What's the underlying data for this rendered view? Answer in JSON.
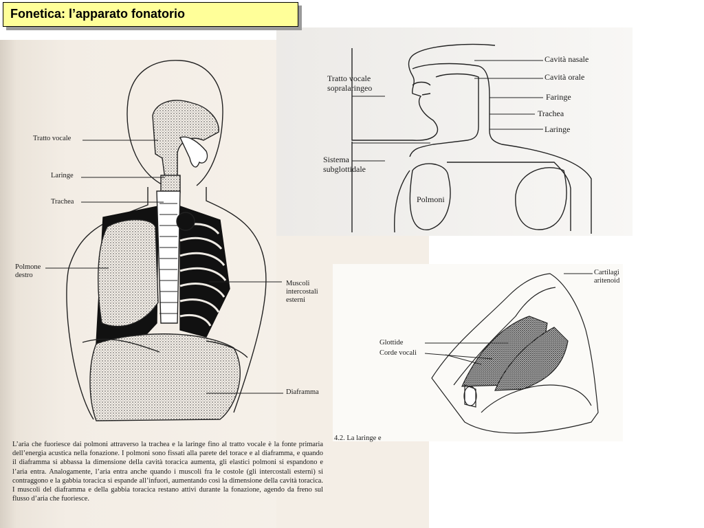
{
  "slide": {
    "title": "Fonetica: l’apparato fonatorio"
  },
  "left_figure": {
    "labels": {
      "tratto_vocale": "Tratto vocale",
      "laringe": "Laringe",
      "trachea": "Trachea",
      "polmone_destro": "Polmone\ndestro",
      "muscoli": "Muscoli\nintercostali\nesterni",
      "diaframma": "Diaframma"
    },
    "caption": "L’aria che fuoriesce dai polmoni attraverso la trachea e la laringe fino al tratto vocale è la fonte primaria dell’energia acustica nella fonazione. I polmoni sono fissati alla parete del torace e al diaframma, e quando il diaframma si abbassa la dimensione della cavità toracica aumenta, gli elastici polmoni si espandono e l’aria entra. Analogamente, l’aria entra anche quando i muscoli fra le costole (gli intercostali esterni) si contraggono e la gabbia toracica si espande all’infuori, aumentando così la dimensione della cavità toracica. I muscoli del diaframma e della gabbia toracica restano attivi durante la fonazione, agendo da freno sul flusso d’aria che fuoriesce."
  },
  "right_top_figure": {
    "labels": {
      "tratto_sopralaringeo": "Tratto vocale\nsopralaringeo",
      "sistema_subglottidale": "Sistema\nsubglottidale",
      "cavita_nasale": "Cavità nasale",
      "cavita_orale": "Cavità orale",
      "faringe": "Faringe",
      "trachea": "Trachea",
      "laringe": "Laringe",
      "polmoni": "Polmoni"
    }
  },
  "right_bottom_figure": {
    "labels": {
      "cartilagini": "Cartilagi\naritenoid",
      "glottide": "Glottide",
      "corde_vocali": "Corde vocali",
      "figure_caption": "4.2. La laringe e"
    }
  }
}
